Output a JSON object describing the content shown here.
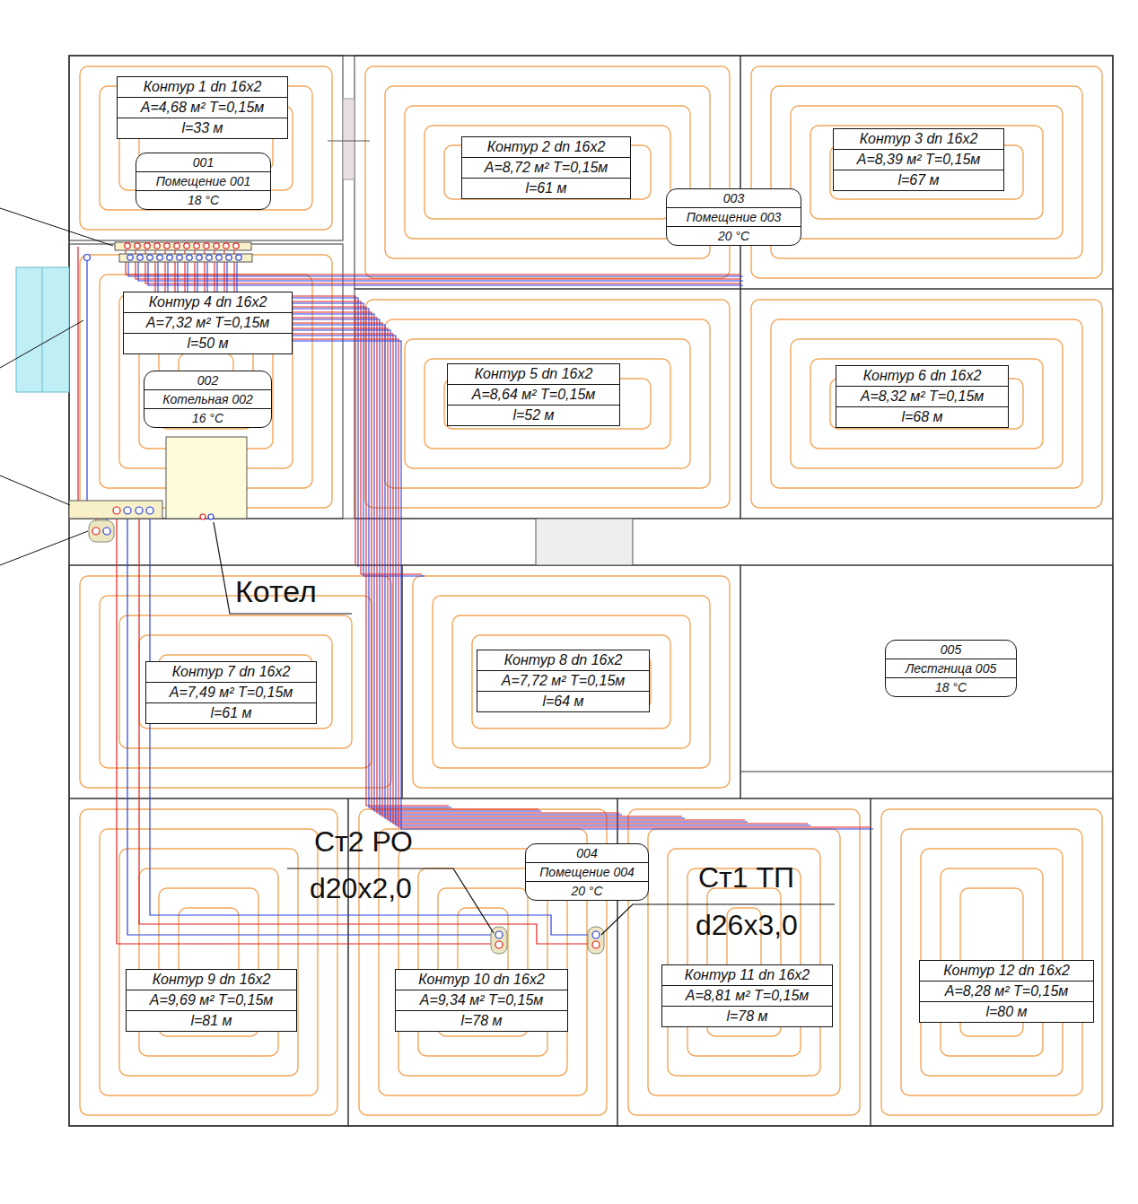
{
  "diagram": {
    "nodes": [
      {
        "text": [
          "Контур 1 dn 16x2",
          "A=4,68 м² T=0,15м",
          "l=33 м"
        ]
      },
      {
        "text": [
          "001",
          "Помещение 001",
          "18 °C"
        ]
      },
      {
        "text": [
          "Контур 2 dn 16x2",
          "A=8,72 м² T=0,15м",
          "l=61 м"
        ]
      },
      {
        "text": [
          "003",
          "Помещение 003",
          "20 °C"
        ]
      },
      {
        "text": [
          "Контур 3 dn 16x2",
          "A=8,39 м² T=0,15м",
          "l=67 м"
        ]
      },
      {
        "text": [
          "Контур 4 dn 16x2",
          "A=7,32 м² T=0,15м",
          "l=50 м"
        ]
      },
      {
        "text": [
          "002",
          "Котельная 002",
          "16 °C"
        ]
      },
      {
        "text": [
          "Контур 5 dn 16x2",
          "A=8,64 м² T=0,15м",
          "l=52 м"
        ]
      },
      {
        "text": [
          "Контур 6 dn 16x2",
          "A=8,32 м² T=0,15м",
          "l=68 м"
        ]
      },
      {
        "text": [
          "Контур 7 dn 16x2",
          "A=7,49 м² T=0,15м",
          "l=61 м"
        ]
      },
      {
        "text": [
          "Контур 8 dn 16x2",
          "A=7,72 м² T=0,15м",
          "l=64 м"
        ]
      },
      {
        "text": [
          "005",
          "Лестгница 005",
          "18 °C"
        ]
      },
      {
        "text": [
          "004",
          "Помещение 004",
          "20 °C"
        ]
      },
      {
        "text": [
          "Контур 9 dn 16x2",
          "A=9,69 м² T=0,15м",
          "l=81 м"
        ]
      },
      {
        "text": [
          "Контур 10 dn 16x2",
          "A=9,34 м² T=0,15м",
          "l=78 м"
        ]
      },
      {
        "text": [
          "Контур 11 dn 16x2",
          "A=8,81 м² T=0,15м",
          "l=78 м"
        ]
      },
      {
        "text": [
          "Контур 12 dn 16x2",
          "A=8,28 м² T=0,15м",
          "l=80 м"
        ]
      }
    ],
    "labels": [
      "Котел",
      "Ст2 РО",
      "d20x2,0",
      "Ст1 ТП",
      "d26x3,0"
    ]
  }
}
